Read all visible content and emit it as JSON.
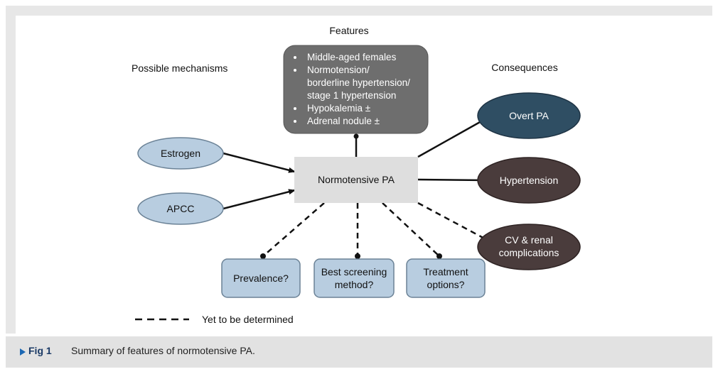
{
  "diagram": {
    "headings": {
      "features": "Features",
      "mechanisms": "Possible mechanisms",
      "consequences": "Consequences"
    },
    "features_box": {
      "items": [
        [
          "Middle-aged females"
        ],
        [
          "Normotension/",
          "borderline hypertension/",
          "stage 1 hypertension"
        ],
        [
          "Hypokalemia ±"
        ],
        [
          "Adrenal nodule ±"
        ]
      ]
    },
    "center": {
      "label": "Normotensive PA"
    },
    "mechanisms": [
      {
        "label": "Estrogen"
      },
      {
        "label": "APCC"
      }
    ],
    "consequences": [
      {
        "lines": [
          "Overt PA"
        ]
      },
      {
        "lines": [
          "Hypertension"
        ]
      },
      {
        "lines": [
          "CV & renal",
          "complications"
        ]
      }
    ],
    "questions": [
      {
        "lines": [
          "Prevalence?"
        ]
      },
      {
        "lines": [
          "Best screening",
          "method?"
        ]
      },
      {
        "lines": [
          "Treatment",
          "options?"
        ]
      }
    ],
    "legend": {
      "label": "Yet to be determined"
    },
    "colors": {
      "features_fill": "#6e6e6e",
      "center_fill": "#dedede",
      "mechanism_fill": "#b8cde0",
      "overt_fill": "#2f4e63",
      "dark_fill": "#4a3c3c",
      "question_fill": "#b8cde0"
    }
  },
  "caption": {
    "label": "Fig 1",
    "text": "Summary of features of normotensive PA."
  }
}
